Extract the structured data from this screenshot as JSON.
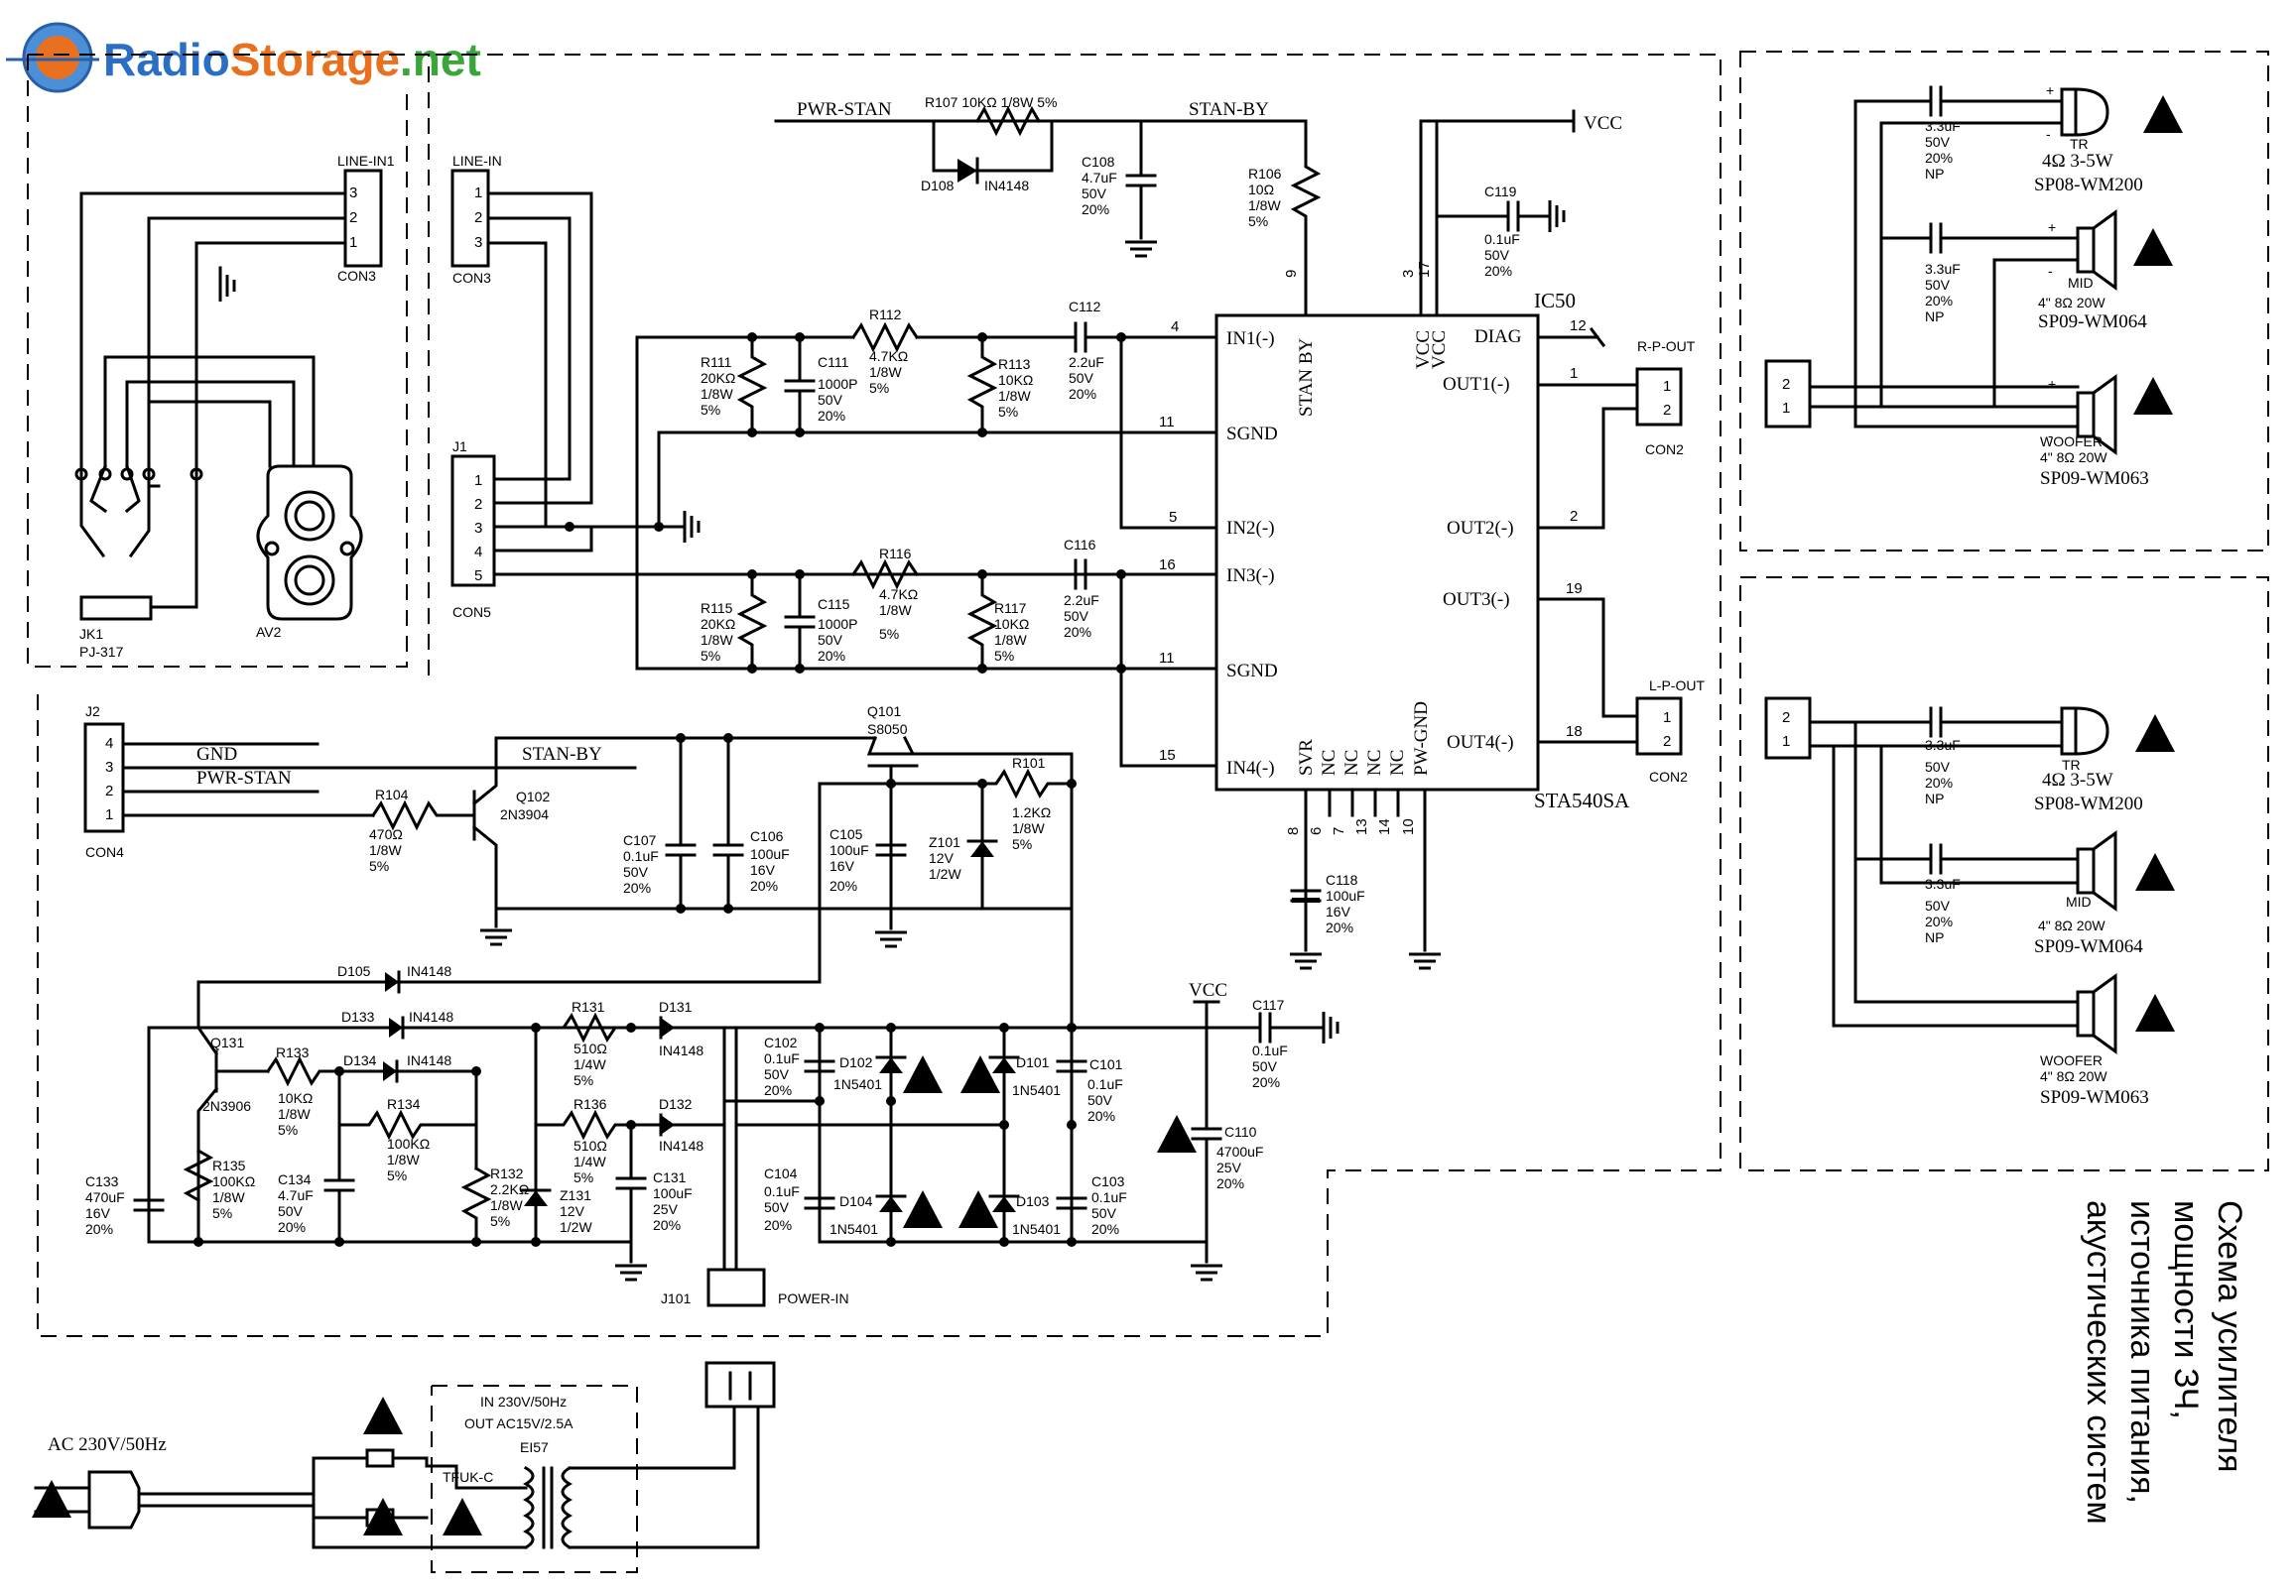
{
  "logo": {
    "text_radio": "Radio",
    "text_storage": "Storage",
    "text_net": ".net"
  },
  "title_lines": [
    "Схема усилителя",
    "мощности ЗЧ,",
    "источника питания,",
    "акустических систем"
  ],
  "nets": {
    "pwr_stan": "PWR-STAN",
    "stan_by": "STAN-BY",
    "vcc": "VCC",
    "gnd": "GND",
    "vcc2": "VCC"
  },
  "ic": {
    "ref": "IC50",
    "part": "STA540SA",
    "pins_left": [
      "IN1(-)",
      "SGND",
      "IN2(-)",
      "IN3(-)",
      "SGND",
      "IN4(-)"
    ],
    "pins_right": [
      "DIAG",
      "OUT1(-)",
      "OUT2(-)",
      "OUT3(-)",
      "OUT4(-)"
    ],
    "pins_top": [
      "STAN BY",
      "VCC",
      "VCC"
    ],
    "pins_bottom": [
      "SVR",
      "NC",
      "NC",
      "NC",
      "NC",
      "PW-GND"
    ],
    "pin_numbers": [
      "4",
      "11",
      "5",
      "16",
      "11",
      "15",
      "9",
      "3",
      "17",
      "12",
      "1",
      "2",
      "19",
      "18",
      "8",
      "6",
      "7",
      "13",
      "14",
      "10"
    ]
  },
  "connectors": {
    "line_in1": {
      "name": "LINE-IN1",
      "ref": "CON3",
      "pins": [
        "3",
        "2",
        "1"
      ]
    },
    "line_in": {
      "name": "LINE-IN",
      "ref": "CON3",
      "pins": [
        "1",
        "2",
        "3"
      ]
    },
    "j1": {
      "name": "J1",
      "ref": "CON5",
      "pins": [
        "1",
        "2",
        "3",
        "4",
        "5"
      ]
    },
    "j2": {
      "name": "J2",
      "ref": "CON4",
      "pins": [
        "4",
        "3",
        "2",
        "1"
      ]
    },
    "r_p_out": {
      "name": "R-P-OUT",
      "ref": "CON2",
      "pins": [
        "1",
        "2"
      ]
    },
    "l_p_out": {
      "name": "L-P-OUT",
      "ref": "CON2",
      "pins": [
        "1",
        "2"
      ]
    },
    "spk_r": {
      "pins": [
        "2",
        "1"
      ]
    },
    "spk_l": {
      "pins": [
        "2",
        "1"
      ]
    },
    "jk1": {
      "ref": "JK1",
      "part": "PJ-317"
    },
    "av2": {
      "ref": "AV2"
    },
    "j101": {
      "ref": "J101",
      "name": "POWER-IN"
    }
  },
  "components": {
    "r107": [
      "R107",
      "10KΩ 1/8W 5%"
    ],
    "d108": [
      "D108",
      "IN4148"
    ],
    "c108": [
      "C108",
      "4.7uF",
      "50V",
      "20%"
    ],
    "r106": [
      "R106",
      "10Ω",
      "1/8W",
      "5%"
    ],
    "c119": [
      "C119",
      "0.1uF",
      "50V",
      "20%"
    ],
    "r112": [
      "R112",
      "4.7KΩ",
      "1/8W",
      "5%"
    ],
    "c112": [
      "C112",
      "2.2uF",
      "50V",
      "20%"
    ],
    "r111": [
      "R111",
      "20KΩ",
      "1/8W",
      "5%"
    ],
    "c111": [
      "C111",
      "1000P",
      "50V",
      "20%"
    ],
    "r113": [
      "R113",
      "10KΩ",
      "1/8W",
      "5%"
    ],
    "r116": [
      "R116",
      "4.7KΩ",
      "1/8W",
      "5%"
    ],
    "c116": [
      "C116",
      "2.2uF",
      "50V",
      "20%"
    ],
    "r115": [
      "R115",
      "20KΩ",
      "1/8W",
      "5%"
    ],
    "c115": [
      "C115",
      "1000P",
      "50V",
      "20%"
    ],
    "r117": [
      "R117",
      "10KΩ",
      "1/8W",
      "5%"
    ],
    "c118": [
      "C118",
      "100uF",
      "16V",
      "20%"
    ],
    "r104": [
      "R104",
      "470Ω",
      "1/8W",
      "5%"
    ],
    "q102": [
      "Q102",
      "2N3904"
    ],
    "q101": [
      "Q101",
      "S8050"
    ],
    "r101": [
      "R101",
      "1.2KΩ",
      "1/8W",
      "5%"
    ],
    "c107": [
      "C107",
      "0.1uF",
      "50V",
      "20%"
    ],
    "c106": [
      "C106",
      "100uF",
      "16V",
      "20%"
    ],
    "c105": [
      "C105",
      "100uF",
      "16V",
      "20%"
    ],
    "z101": [
      "Z101",
      "12V",
      "1/2W"
    ],
    "d105": [
      "D105",
      "IN4148"
    ],
    "d133": [
      "D133",
      "IN4148"
    ],
    "d134": [
      "D134",
      "IN4148"
    ],
    "q131": [
      "Q131",
      "2N3906"
    ],
    "r133": [
      "R133",
      "10KΩ",
      "1/8W",
      "5%"
    ],
    "r134": [
      "R134",
      "100KΩ",
      "1/8W",
      "5%"
    ],
    "r135": [
      "R135",
      "100KΩ",
      "1/8W",
      "5%"
    ],
    "c134": [
      "C134",
      "4.7uF",
      "50V",
      "20%"
    ],
    "c133": [
      "C133",
      "470uF",
      "16V",
      "20%"
    ],
    "r132": [
      "R132",
      "2.2KΩ",
      "1/8W",
      "5%"
    ],
    "r131": [
      "R131",
      "510Ω",
      "1/4W",
      "5%"
    ],
    "r136": [
      "R136",
      "510Ω",
      "1/4W",
      "5%"
    ],
    "z131": [
      "Z131",
      "12V",
      "1/2W"
    ],
    "d131": [
      "D131",
      "IN4148"
    ],
    "d132": [
      "D132",
      "IN4148"
    ],
    "c131": [
      "C131",
      "100uF",
      "25V",
      "20%"
    ],
    "c102": [
      "C102",
      "0.1uF",
      "50V",
      "20%"
    ],
    "c104": [
      "C104",
      "0.1uF",
      "50V",
      "20%"
    ],
    "d102": [
      "D102",
      "1N5401"
    ],
    "d104": [
      "D104",
      "1N5401"
    ],
    "d101": [
      "D101",
      "1N5401"
    ],
    "d103": [
      "D103",
      "1N5401"
    ],
    "c101": [
      "C101",
      "0.1uF",
      "50V",
      "20%"
    ],
    "c103": [
      "C103",
      "0.1uF",
      "50V",
      "20%"
    ],
    "c117": [
      "C117",
      "0.1uF",
      "50V",
      "20%"
    ],
    "c110": [
      "C110",
      "4700uF",
      "25V",
      "20%"
    ]
  },
  "speakers_right": [
    {
      "cap": [
        "3.3uF",
        "50V",
        "20%",
        "NP"
      ],
      "name": "TR",
      "spec": "4Ω 3-5W",
      "part": "SP08-WM200"
    },
    {
      "cap": [
        "3.3uF",
        "50V",
        "20%",
        "NP"
      ],
      "name": "MID",
      "spec": "4\"  8Ω  20W",
      "part": "SP09-WM064"
    },
    {
      "name": "WOOFER",
      "spec": "4\"  8Ω  20W",
      "part": "SP09-WM063"
    }
  ],
  "speakers_left": [
    {
      "cap": [
        "3.3uF",
        "50V",
        "20%",
        "NP"
      ],
      "name": "TR",
      "spec": "4Ω 3-5W",
      "part": "SP08-WM200"
    },
    {
      "cap": [
        "3.3uF",
        "50V",
        "20%",
        "NP"
      ],
      "name": "MID",
      "spec": "4\"  8Ω  20W",
      "part": "SP09-WM064"
    },
    {
      "name": "WOOFER",
      "spec": "4\"  8Ω  20W",
      "part": "SP09-WM063"
    }
  ],
  "transformer": {
    "input": "IN 230V/50Hz",
    "output": "OUT AC15V/2.5A",
    "core": "EI57",
    "fuse": "TFUK-C"
  },
  "mains": "AC 230V/50Hz"
}
